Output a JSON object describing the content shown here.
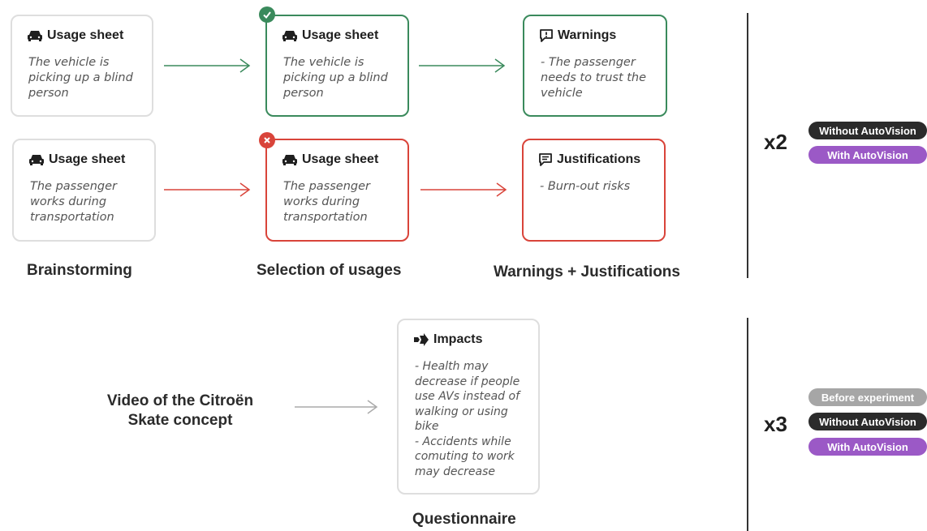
{
  "colors": {
    "green": "#3a8a5c",
    "red": "#d9443a",
    "gray_border": "#dedede",
    "dark_pill": "#2b2b2b",
    "purple_pill": "#9b59c6",
    "gray_pill": "#a6a6a6"
  },
  "row1": {
    "card1": {
      "icon": "car-icon",
      "title": "Usage sheet",
      "body": "The vehicle is\npicking up a blind\nperson"
    },
    "card2": {
      "icon": "car-icon",
      "title": "Usage sheet",
      "body": "The vehicle is\npicking up a blind\nperson",
      "badge": "check-icon"
    },
    "card3": {
      "icon": "speech-bubble-exclamation-icon",
      "title": "Warnings",
      "body": "- The passenger\nneeds to trust the\nvehicle"
    }
  },
  "row2": {
    "card1": {
      "icon": "car-icon",
      "title": "Usage sheet",
      "body": "The passenger\nworks during\ntransportation"
    },
    "card2": {
      "icon": "car-icon",
      "title": "Usage sheet",
      "body": "The passenger\nworks during\ntransportation",
      "badge": "x-icon"
    },
    "card3": {
      "icon": "speech-bubble-lines-icon",
      "title": "Justifications",
      "body": "- Burn-out risks"
    }
  },
  "steps": {
    "brainstorming": "Brainstorming",
    "selection": "Selection of usages",
    "warnings": "Warnings + Justifications"
  },
  "top_group": {
    "multiplier": "x2",
    "conditions": [
      "Without AutoVision",
      "With AutoVision"
    ]
  },
  "bottom": {
    "video_label": "Video of the Citroën\nSkate concept",
    "impacts": {
      "icon": "arrows-icon",
      "title": "Impacts",
      "body": "- Health may\ndecrease if people\nuse AVs instead of\nwalking or using\nbike\n- Accidents while\ncomuting to work\nmay decrease"
    },
    "questionnaire": "Questionnaire",
    "multiplier": "x3",
    "conditions": [
      "Before experiment",
      "Without AutoVision",
      "With AutoVision"
    ]
  }
}
